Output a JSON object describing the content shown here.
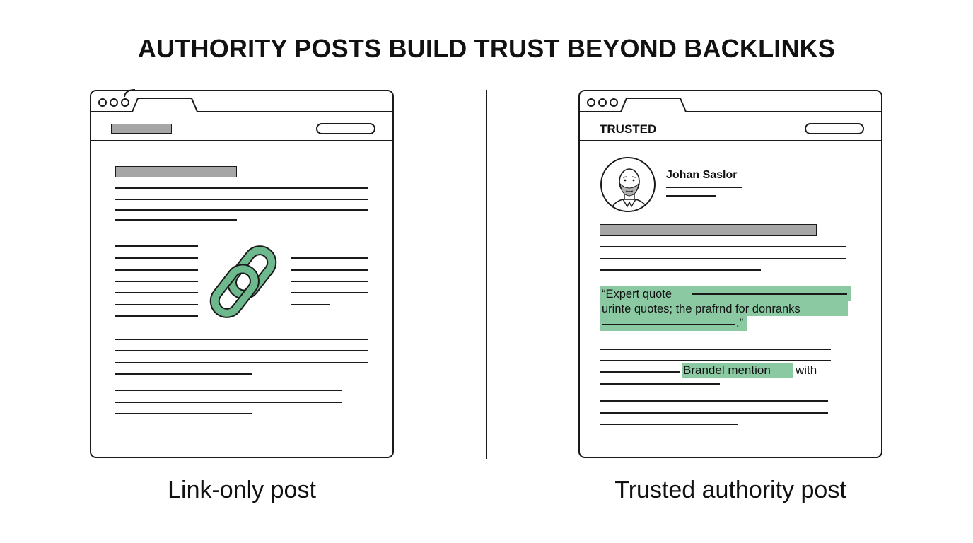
{
  "title": "AUTHORITY POSTS BUILD TRUST BEYOND BACKLINKS",
  "left_panel": {
    "caption": "Link-only post",
    "icon": "chain-link-icon"
  },
  "right_panel": {
    "caption": "Trusted authority post",
    "brand": "TRUSTED",
    "author": {
      "name": "Johan Saslor",
      "icon": "bearded-man-portrait-icon"
    },
    "quote": {
      "line1": "“Expert quote",
      "line2": "urinte quotes; the prafrnd for donranks",
      "line3_end": ".”"
    },
    "mention": {
      "highlight": "Brandel mention",
      "suffix": "with"
    }
  },
  "colors": {
    "highlight": "#8bc9a3",
    "chain_fill": "#6db88d",
    "placeholder_gray": "#a6a6a6",
    "ink": "#1a1a1a"
  }
}
